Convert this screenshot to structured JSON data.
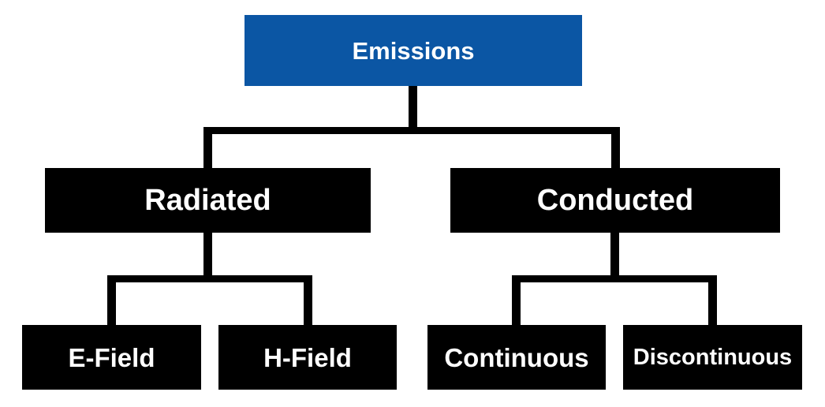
{
  "nodes": {
    "emissions": "Emissions",
    "radiated": "Radiated",
    "conducted": "Conducted",
    "e_field": "E-Field",
    "h_field": "H-Field",
    "continuous": "Continuous",
    "discontinuous": "Discontinuous"
  },
  "colors": {
    "root_fill": "#0b56a4",
    "node_fill": "#000000",
    "label_text": "#ffffff",
    "connector": "#000000",
    "background": "#ffffff"
  }
}
